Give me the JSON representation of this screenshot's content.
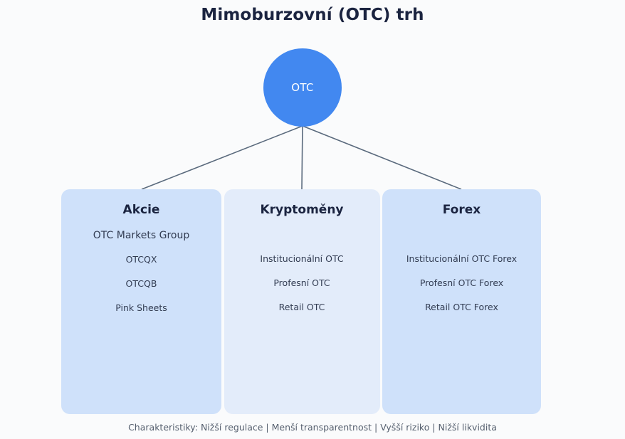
{
  "title": "Mimoburzovní (OTC) trh",
  "colors": {
    "background": "#fafbfc",
    "title_text": "#1b2440",
    "hub_fill": "#4288f0",
    "hub_text": "#ffffff",
    "card_fill_primary": "#cfe1fa",
    "card_fill_secondary": "#e3ecfa",
    "card_heading_text": "#1b2440",
    "card_item_text": "#323c52",
    "connector_line": "#5a6a7d",
    "footer_text": "#555f6e"
  },
  "hub": {
    "label": "OTC"
  },
  "chart_data": {
    "type": "diagram",
    "title": "Mimoburzovní (OTC) trh",
    "root": "OTC",
    "branches": [
      {
        "heading": "Akcie",
        "items": [
          "OTC Markets Group",
          "OTCQX",
          "OTCQB",
          "Pink Sheets"
        ],
        "lead_item": "OTC Markets Group"
      },
      {
        "heading": "Kryptoměny",
        "items": [
          "Institucionální OTC",
          "Profesní OTC",
          "Retail OTC"
        ],
        "lead_item": ""
      },
      {
        "heading": "Forex",
        "items": [
          "Institucionální OTC Forex",
          "Profesní OTC Forex",
          "Retail OTC Forex"
        ],
        "lead_item": ""
      }
    ]
  },
  "cards": [
    {
      "heading": "Akcie",
      "lead": "OTC Markets Group",
      "items": [
        "OTCQX",
        "OTCQB",
        "Pink Sheets"
      ]
    },
    {
      "heading": "Kryptoměny",
      "lead": "",
      "items": [
        "Institucionální OTC",
        "Profesní OTC",
        "Retail OTC"
      ]
    },
    {
      "heading": "Forex",
      "lead": "",
      "items": [
        "Institucionální OTC Forex",
        "Profesní OTC Forex",
        "Retail OTC Forex"
      ]
    }
  ],
  "footer": {
    "note": "Charakteristiky: Nižší regulace | Menší transparentnost | Vyšší riziko | Nižší likvidita"
  }
}
